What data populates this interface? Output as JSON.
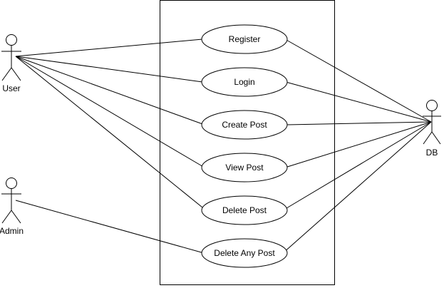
{
  "diagram": {
    "actors": {
      "user": "User",
      "admin": "Admin",
      "db": "DB"
    },
    "use_cases": {
      "register": "Register",
      "login": "Login",
      "create_post": "Create Post",
      "view_post": "View Post",
      "delete_post": "Delete Post",
      "delete_any_post": "Delete Any Post"
    }
  }
}
